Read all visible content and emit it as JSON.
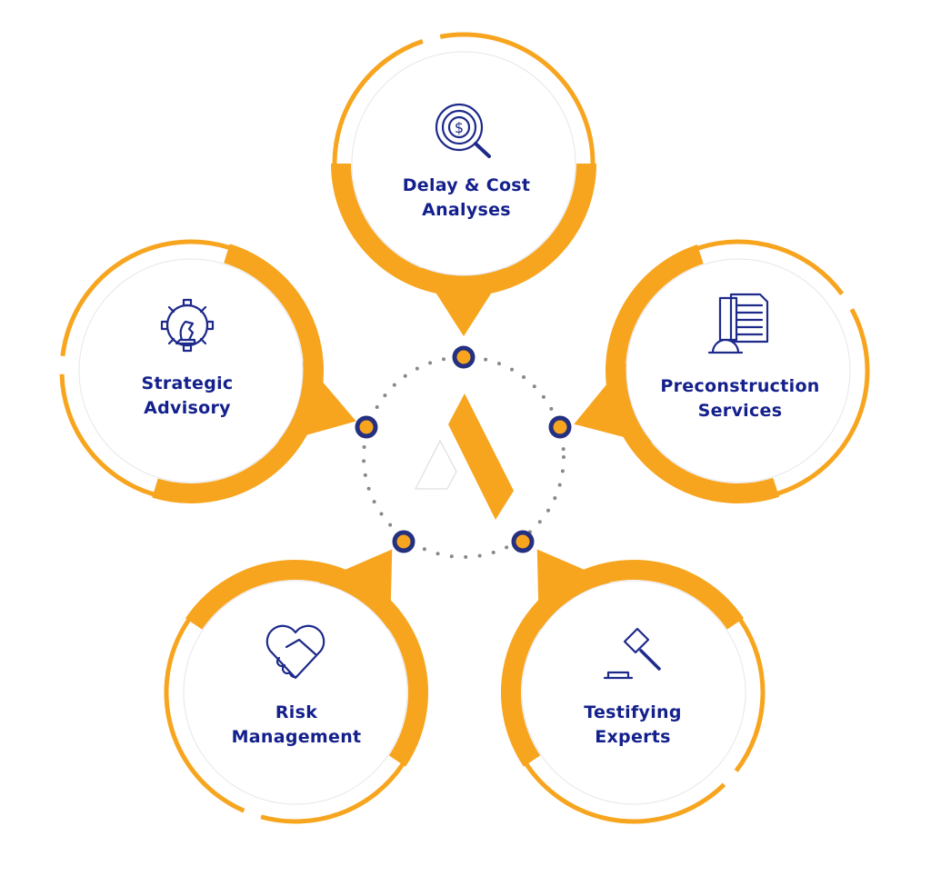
{
  "colors": {
    "accent": "#f7a51e",
    "navy": "#14208c",
    "dots": "#888888"
  },
  "services": [
    {
      "id": "delay-cost",
      "line1": "Delay & Cost",
      "line2": "Analyses",
      "icon": "dollar-magnifier-icon"
    },
    {
      "id": "strategic",
      "line1": "Strategic",
      "line2": "Advisory",
      "icon": "gear-chess-knight-icon"
    },
    {
      "id": "preconstruction",
      "line1": "Preconstruction",
      "line2": "Services",
      "icon": "documents-hardhat-icon"
    },
    {
      "id": "risk",
      "line1": "Risk",
      "line2": "Management",
      "icon": "handshake-heart-icon"
    },
    {
      "id": "testifying",
      "line1": "Testifying",
      "line2": "Experts",
      "icon": "gavel-icon"
    }
  ]
}
